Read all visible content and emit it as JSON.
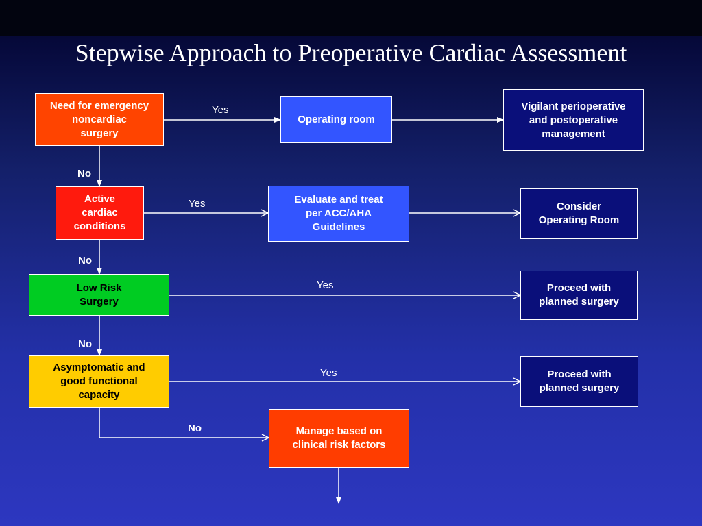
{
  "title": "Stepwise Approach to Preoperative Cardiac Assessment",
  "colors": {
    "background_top": "#02040f",
    "background_bottom": "#2d37c0",
    "emergency_box": "#ff4400",
    "active_cardiac_box": "#ff1a0d",
    "low_risk_box": "#00cc22",
    "asymptomatic_box": "#ffcc00",
    "manage_box": "#ff3d00",
    "operating_box": "#3355ff",
    "outcome_box": "#0a0f7a"
  },
  "nodes": {
    "emergency": {
      "prefix": "Need for ",
      "emph": "emergency",
      "line2": "noncardiac",
      "line3": "surgery"
    },
    "operating_room": {
      "text": "Operating room"
    },
    "vigilant": {
      "line1": "Vigilant perioperative",
      "line2": "and postoperative",
      "line3": "management"
    },
    "active_cardiac": {
      "line1": "Active",
      "line2": "cardiac",
      "line3": "conditions"
    },
    "evaluate": {
      "line1": "Evaluate and treat",
      "line2": "per ACC/AHA",
      "line3": "Guidelines"
    },
    "consider_or": {
      "line1": "Consider",
      "line2": "Operating Room"
    },
    "low_risk": {
      "line1": "Low Risk",
      "line2": "Surgery"
    },
    "proceed_1": {
      "line1": "Proceed with",
      "line2": "planned surgery"
    },
    "asymptomatic": {
      "line1": "Asymptomatic and",
      "line2": "good functional",
      "line3": "capacity"
    },
    "proceed_2": {
      "line1": "Proceed with",
      "line2": "planned surgery"
    },
    "manage": {
      "line1": "Manage based on",
      "line2": "clinical risk factors"
    }
  },
  "edge_labels": {
    "yes_1": "Yes",
    "yes_2": "Yes",
    "yes_3": "Yes",
    "yes_4": "Yes",
    "no_1": "No",
    "no_2": "No",
    "no_3": "No",
    "no_4": "No"
  }
}
